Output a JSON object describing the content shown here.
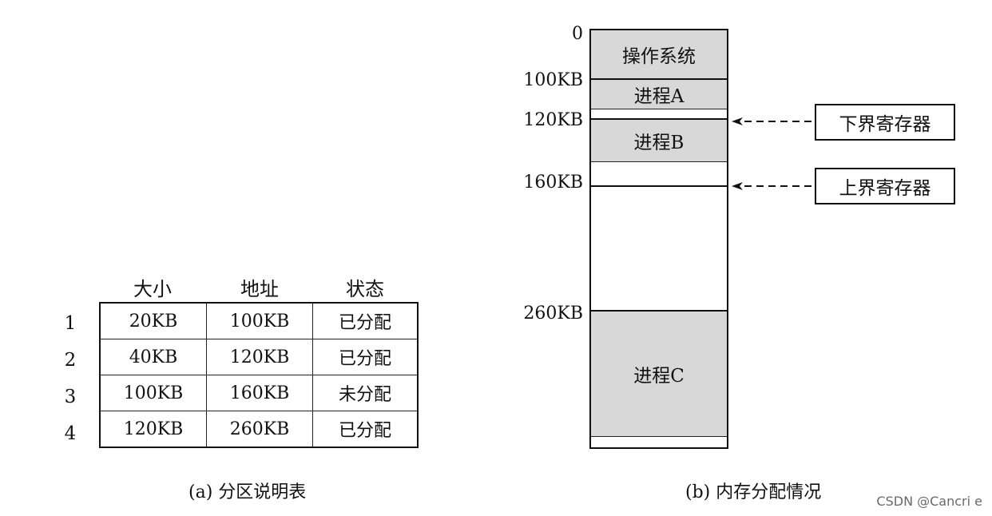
{
  "table": {
    "headers": [
      "大小",
      "地址",
      "状态"
    ],
    "rows": [
      {
        "num": "1",
        "size": "20KB",
        "addr": "100KB",
        "status": "已分配"
      },
      {
        "num": "2",
        "size": "40KB",
        "addr": "120KB",
        "status": "已分配"
      },
      {
        "num": "3",
        "size": "100KB",
        "addr": "160KB",
        "status": "未分配"
      },
      {
        "num": "4",
        "size": "120KB",
        "addr": "260KB",
        "status": "已分配"
      }
    ],
    "caption": "(a) 分区说明表"
  },
  "memory": {
    "addresses": [
      "0",
      "100KB",
      "120KB",
      "160KB",
      "260KB"
    ],
    "segments": {
      "os": "操作系统",
      "proc_a": "进程A",
      "proc_b": "进程B",
      "proc_c": "进程C"
    },
    "registers": {
      "lower": "下界寄存器",
      "upper": "上界寄存器"
    },
    "caption": "(b) 内存分配情况"
  },
  "watermark": "CSDN @Cancri e"
}
